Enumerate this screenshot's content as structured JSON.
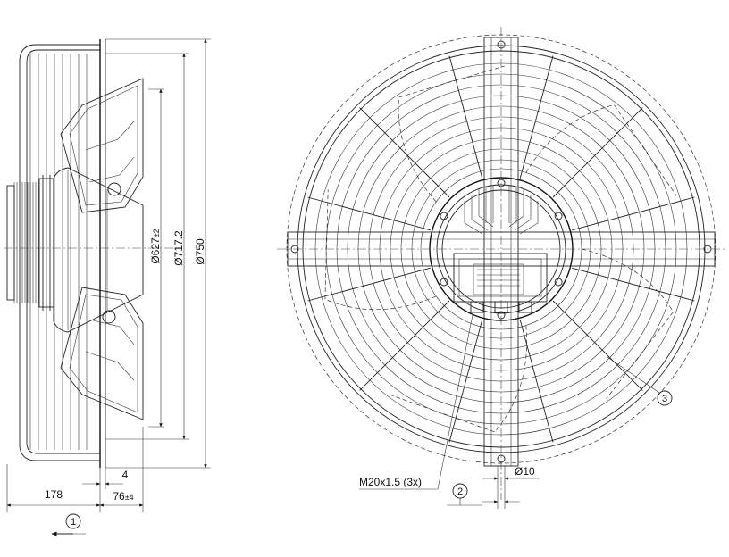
{
  "side_view": {
    "dim_width": "178",
    "dim_offset": "4",
    "dim_depth_main": "76",
    "dim_depth_tol": "±4",
    "dim_diam_627_main": "Ø627",
    "dim_diam_627_tol": "±2",
    "dim_diam_717": "Ø717.2",
    "dim_diam_750": "Ø750",
    "callout_1": "1"
  },
  "front_view": {
    "label_thread": "M20x1.5 (3x)",
    "callout_2": "2",
    "callout_3": "3",
    "dim_hole": "Ø10"
  }
}
